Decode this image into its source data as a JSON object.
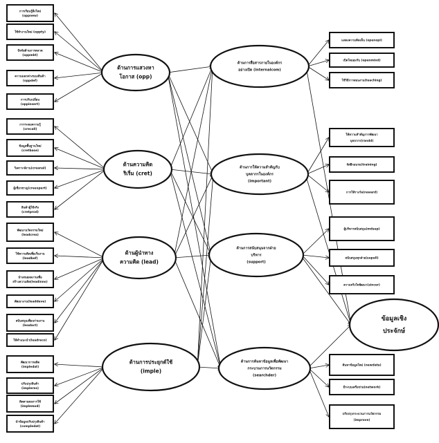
{
  "diagram": {
    "type": "path-diagram",
    "left_factors": [
      {
        "id": "opp",
        "label": [
          "ด้านการแสวงหา",
          "โอกาส (opp)"
        ],
        "indicators": [
          {
            "id": "oppnew",
            "label": [
              "การเรียนรู้สิ่งใหม่",
              "(oppnew)"
            ]
          },
          {
            "id": "oppty",
            "label": [
              "ใช้ทำงานใหม่ (oppty)"
            ]
          },
          {
            "id": "oppmkt",
            "label": [
              "ปัจจัยด้านการตลาด",
              "(oppmkt)"
            ]
          },
          {
            "id": "oppdef",
            "label": [
              "ความแตกต่างของสินค้า",
              "(oppdef)"
            ]
          },
          {
            "id": "oppinsert",
            "label": [
              "การปรับเปลี่ยน",
              "(oppinsert)"
            ]
          }
        ]
      },
      {
        "id": "cret",
        "label": [
          "ด้านความคิด",
          "ริเริ่ม (cret)"
        ],
        "indicators": [
          {
            "id": "crecall",
            "label": [
              "การระดมความรู้",
              "(crecall)"
            ]
          },
          {
            "id": "cretbase",
            "label": [
              "ข้อมูลพื้นฐานใหม่",
              "(cretbase)"
            ]
          },
          {
            "id": "creanal",
            "label": [
              "วิเคราะห์งาน(creanal)"
            ]
          },
          {
            "id": "creexpert",
            "label": [
              "ผู้เชี่ยวชาญ(creexpert)"
            ]
          },
          {
            "id": "cretprod",
            "label": [
              "สินค้าผู้ใช้จริง",
              "(cretprod)"
            ]
          }
        ]
      },
      {
        "id": "lead",
        "label": [
          "ด้านผู้นำทาง",
          "ความคิด (lead)"
        ],
        "indicators": [
          {
            "id": "leadcrea",
            "label": [
              "พัฒนานวัตกรรมใหม่",
              "(leadcrea)"
            ]
          },
          {
            "id": "leadbef",
            "label": [
              "ใช้ความคิดเพื่อเริ่มงาน",
              "(leadbef)"
            ]
          },
          {
            "id": "leadinno",
            "label": [
              "นำเสนอผลงานเพื่อ",
              "สร้างความคิด(leadinno)"
            ]
          },
          {
            "id": "leaddeve",
            "label": [
              "พัฒนางาน(leaddeve)"
            ]
          },
          {
            "id": "leadact",
            "label": [
              "สนับสนุนเพื่อนร่วมงาน",
              "(leadact)"
            ]
          },
          {
            "id": "leadreco",
            "label": [
              "ให้คำแนะนำ(leadreco)"
            ]
          }
        ]
      },
      {
        "id": "imple",
        "label": [
          "ด้านการประยุกต์ใช้",
          "(imple)"
        ],
        "indicators": [
          {
            "id": "impledat",
            "label": [
              "พัฒนาการผลิต",
              "(impledat)"
            ]
          },
          {
            "id": "impleres",
            "label": [
              "ปรับปรุงสินค้า",
              "(impleres)"
            ]
          },
          {
            "id": "implemod",
            "label": [
              "ติดตามผลการใช้",
              "(implemod)"
            ]
          },
          {
            "id": "compledat",
            "label": [
              "นำข้อมูลปรับปรุงสินค้า",
              "(compledat)"
            ]
          }
        ]
      }
    ],
    "mid_factors": [
      {
        "id": "internalcom",
        "label": [
          "ด้านการสื่อสารภายในองค์กร",
          "อย่างเปิด (internalcom)"
        ],
        "indicators": [
          {
            "id": "openopi",
            "label": [
              "แสดงความคิดเห็น (openopi)"
            ]
          },
          {
            "id": "openmind",
            "label": [
              "เปิดใจยอมรับ (openmind)"
            ]
          },
          {
            "id": "teaching",
            "label": [
              "ใช้วิธีการสอนงาน(teaching)"
            ]
          }
        ]
      },
      {
        "id": "important",
        "label": [
          "ด้านการให้ความสำคัญกับ",
          "บุคลากรในองค์กร",
          "(important)"
        ],
        "indicators": [
          {
            "id": "randd",
            "label": [
              "ให้ความสำคัญการพัฒนา",
              "บุคลากร(randd)"
            ]
          },
          {
            "id": "training",
            "label": [
              "จัดฝึกอบรม(training)"
            ]
          },
          {
            "id": "reward",
            "label": [
              "การให้รางวัล(reward)"
            ]
          }
        ]
      },
      {
        "id": "support",
        "label": [
          "ด้านการสนับสนุนจากฝ่าย",
          "บริหาร",
          "(support)"
        ],
        "indicators": [
          {
            "id": "mdsup",
            "label": [
              "ผู้บริหารสนับสนุน(mdsup)"
            ]
          },
          {
            "id": "supall",
            "label": [
              "สนับสนุนทุกฝ่าย(supall)"
            ]
          },
          {
            "id": "sincer",
            "label": [
              "ความจริงใจพัฒนา(sincer)"
            ]
          }
        ]
      },
      {
        "id": "searchder",
        "label": [
          "ด้านการค้นหาข้อมูลเพื่อพัฒนา",
          "กระบวนการนวัตกรรม",
          "(searchder)"
        ],
        "indicators": [
          {
            "id": "newdata",
            "label": [
              "ค้นหาข้อมูลใหม่ (newdata)"
            ]
          },
          {
            "id": "network",
            "label": [
              "มีระบบเครือข่าย(network)"
            ]
          },
          {
            "id": "improve",
            "label": [
              "ปรับปรุงกระบวนการนวัตกรรม",
              "(improve)"
            ]
          }
        ]
      }
    ],
    "outcome": {
      "id": "empirical",
      "label": [
        "ข้อมูลเชิง",
        "ประจักษ์"
      ]
    },
    "paths_left_to_mid": "all",
    "paths_mid_to_outcome": "all"
  }
}
